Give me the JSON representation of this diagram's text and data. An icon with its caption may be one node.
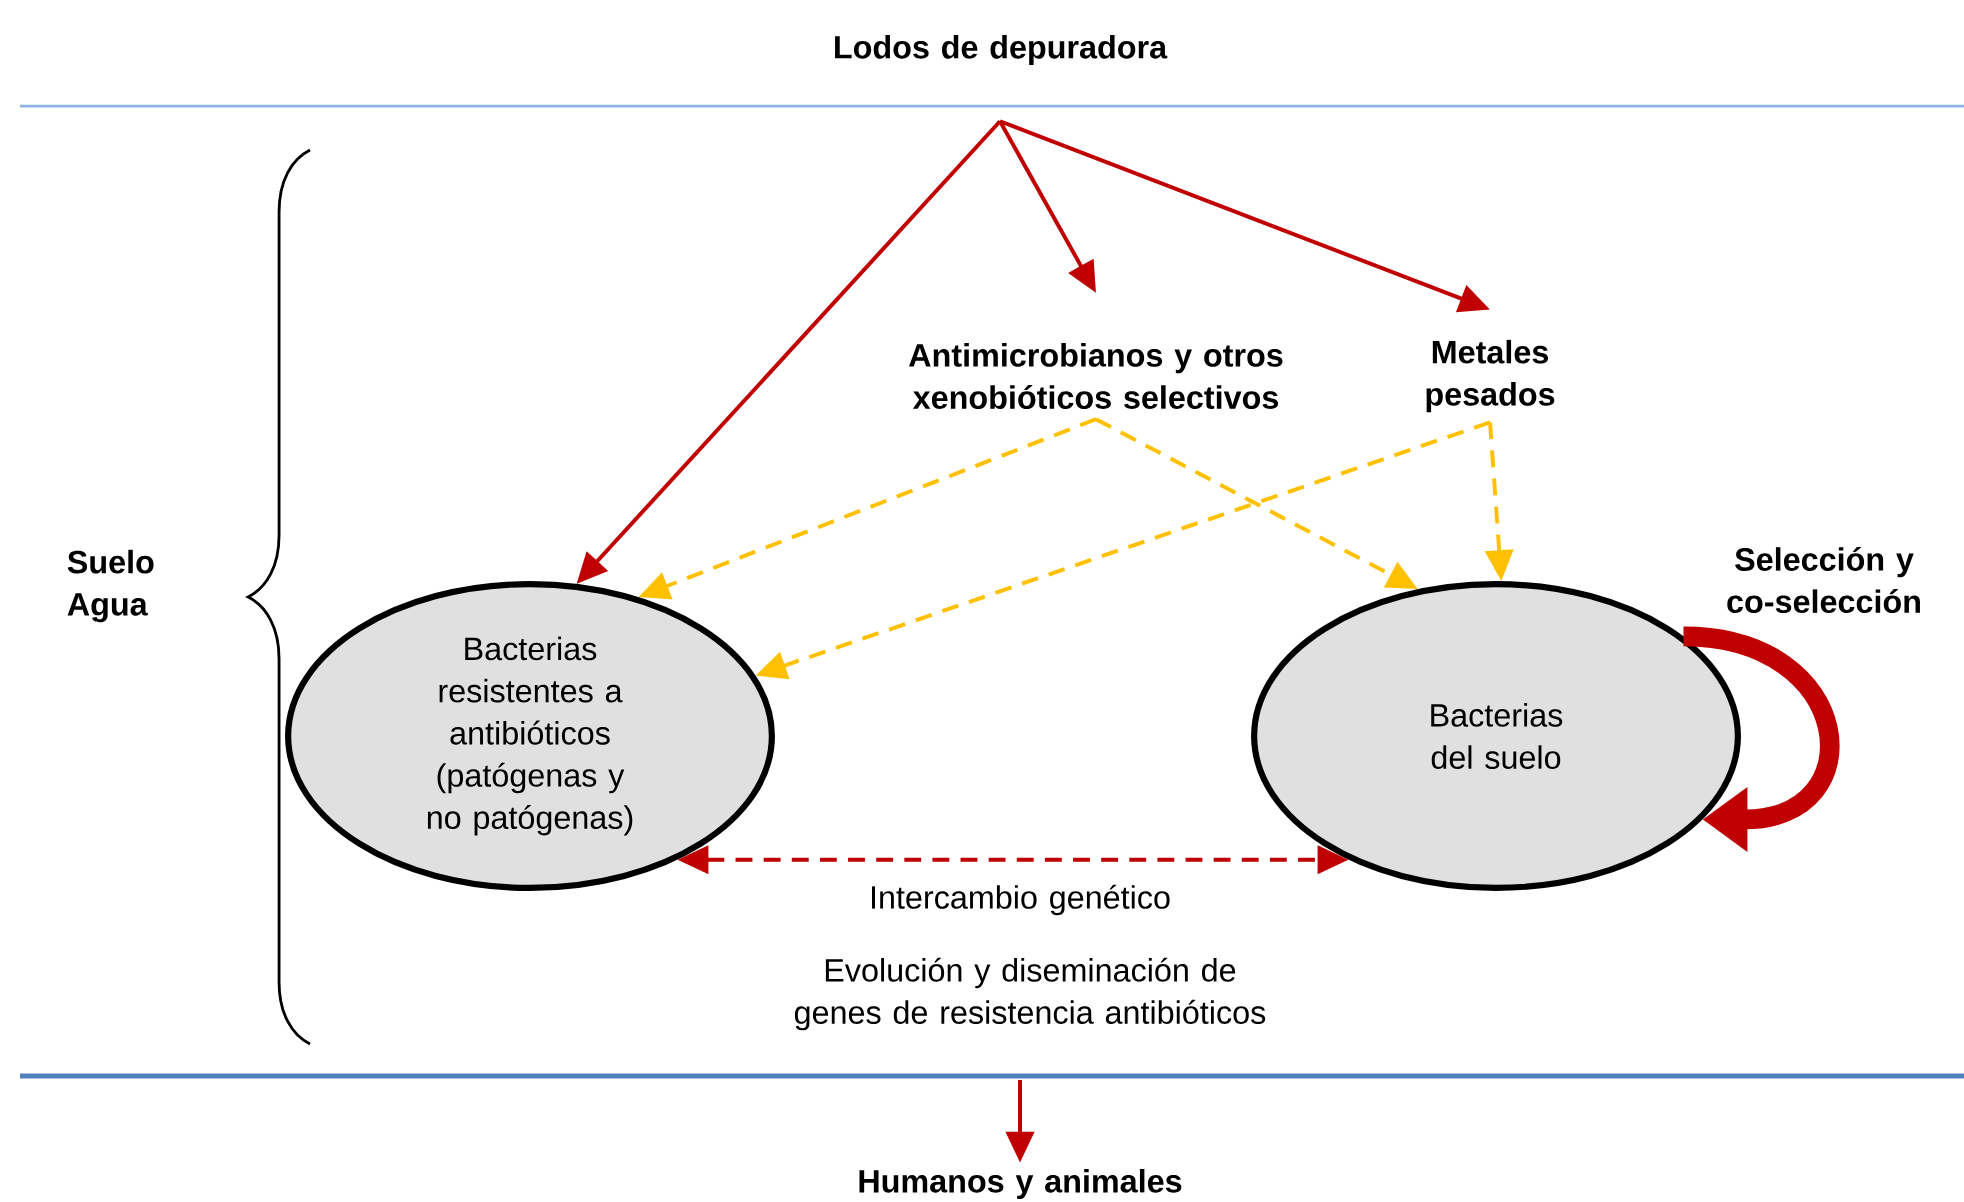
{
  "diagram": {
    "nodes": [
      {
        "text": [
          "Lodos de depuradora"
        ]
      },
      {
        "text": [
          "Antimicrobianos y otros xenobióticos selectivos"
        ]
      },
      {
        "text": [
          "Metales pesados"
        ]
      },
      {
        "text": [
          "Bacterias resistentes a antibióticos (patógenas y no patógenas)"
        ]
      },
      {
        "text": [
          "Bacterias del suelo"
        ]
      },
      {
        "text": [
          "Humanos y animales"
        ]
      }
    ],
    "edges": [
      {
        "from": 0,
        "to": 3,
        "arrow": "to"
      },
      {
        "from": 0,
        "to": 1,
        "arrow": "to"
      },
      {
        "from": 0,
        "to": 2,
        "arrow": "to"
      },
      {
        "from": 1,
        "to": 3,
        "arrow": "to",
        "style": "dashed",
        "color": "#ffc000"
      },
      {
        "from": 1,
        "to": 4,
        "arrow": "to",
        "style": "dashed",
        "color": "#ffc000"
      },
      {
        "from": 2,
        "to": 4,
        "arrow": "to",
        "style": "dashed",
        "color": "#ffc000"
      },
      {
        "from": 2,
        "to": 3,
        "arrow": "to",
        "style": "dashed",
        "color": "#ffc000"
      },
      {
        "from": 3,
        "to": 4,
        "arrow": "both",
        "style": "dashed",
        "label": "Intercambio genético"
      },
      {
        "from": 4,
        "to": 4,
        "arrow": "to",
        "style": "thick",
        "label": "Selección y co-selección"
      },
      {
        "from": null,
        "to": 5,
        "arrow": "to"
      }
    ],
    "labels": [
      "Suelo Agua",
      "Evolución y diseminación de genes de resistencia antibióticos"
    ]
  }
}
